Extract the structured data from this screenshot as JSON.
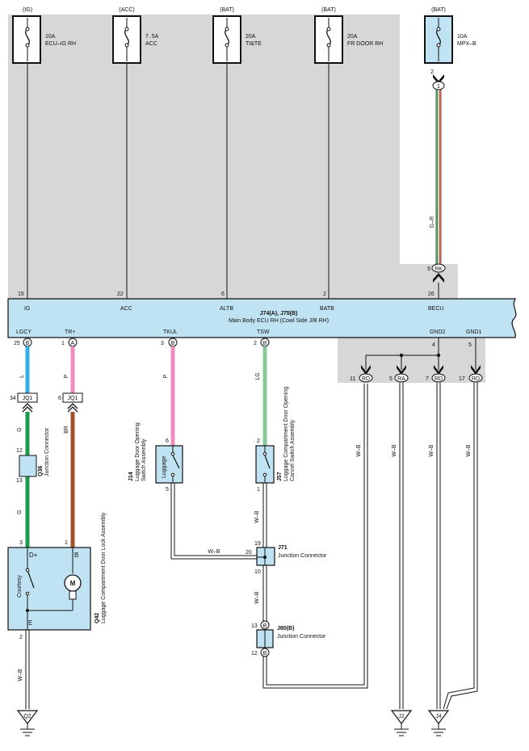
{
  "fuses": [
    {
      "source": "(IG)",
      "rating": "10A",
      "name": "ECU–IG RH"
    },
    {
      "source": "(ACC)",
      "rating": "7. 5A",
      "name": "ACC"
    },
    {
      "source": "(BAT)",
      "rating": "20A",
      "name": "TI&TE"
    },
    {
      "source": "(BAT)",
      "rating": "20A",
      "name": "FR DOOR RH"
    },
    {
      "source": "(BAT)",
      "rating": "10A",
      "name": "MPX–B"
    }
  ],
  "ecu": {
    "title": "J74(A), J75(B)",
    "subtitle": "Main Body ECU RH (Cowl Side J/B RH)",
    "top_pins": [
      {
        "num": "15",
        "label": "IG"
      },
      {
        "num": "22",
        "label": "ACC"
      },
      {
        "num": "6",
        "label": "ALTB"
      },
      {
        "num": "2",
        "label": "BATB"
      },
      {
        "num": "26",
        "label": "BECU"
      }
    ],
    "bottom_pins": [
      {
        "num": "25",
        "label": "LGCY",
        "conn": "B"
      },
      {
        "num": "1",
        "label": "TR+",
        "conn": "A"
      },
      {
        "num": "3",
        "label": "TKUL",
        "conn": "B"
      },
      {
        "num": "2",
        "label": "TSW",
        "conn": "B"
      },
      {
        "num": "4",
        "label": "GND2"
      },
      {
        "num": "5",
        "label": "GND1"
      }
    ]
  },
  "becu_wire": {
    "pin_top": "2",
    "conn_top": "1",
    "pin_bot": "5",
    "conn_bot": "RK",
    "color": "G–R"
  },
  "wire_colors": {
    "lgcy_a": "L",
    "lgcy_b": "G",
    "lgcy_c": "G",
    "trp_a": "P",
    "trp_b": "BR",
    "tkul": "P",
    "tsw": "LG",
    "wb": "W–B"
  },
  "jq1": {
    "label": "JQ1",
    "pin_l": "34",
    "pin_r": "6"
  },
  "q36": {
    "id": "Q36",
    "name": "Junction Connector",
    "pin_top": "12",
    "pin_bot": "13"
  },
  "q42": {
    "id": "Q42",
    "name": "Luggage Compartment Door Lock Assembly",
    "pin_l": "3",
    "pin_r": "1",
    "pin_g": "2",
    "term_l": "D+",
    "term_r": "B",
    "term_e": "E",
    "courtesy": "Courtesy",
    "motor": "M"
  },
  "j14": {
    "id": "J14",
    "name1": "Luggage Door Opening",
    "name2": "Switch Assembly",
    "pin_top": "6",
    "pin_bot": "5",
    "label": "Luggage"
  },
  "j57": {
    "id": "J57",
    "name1": "Luggage Compartment Door Opening",
    "name2": "Cancel Switch Assembly",
    "pin_top": "2",
    "pin_bot": "1"
  },
  "j71": {
    "id": "J71",
    "name": "Junction Connector",
    "pin_top": "19",
    "pin_left": "20",
    "pin_bot": "10"
  },
  "j80": {
    "id": "J80(B)",
    "name": "Junction Connector",
    "pin_top": "13",
    "pin_bot": "12",
    "conn": "B"
  },
  "ground_conns": [
    {
      "pin": "11",
      "conn": "RD"
    },
    {
      "pin": "5",
      "conn": "RA"
    },
    {
      "pin": "7",
      "conn": "RD"
    },
    {
      "pin": "17",
      "conn": "RD"
    }
  ],
  "grounds": [
    "Q2",
    "J2",
    "J4"
  ],
  "colors": {
    "ecu_fill": "#bfe3f2",
    "shade": "#d7d7d7",
    "blue": "#33aee8",
    "green": "#1a9c4a",
    "pink": "#f08bbf",
    "brown": "#a0522d",
    "lightgreen": "#88c999",
    "red": "#e0452b"
  }
}
